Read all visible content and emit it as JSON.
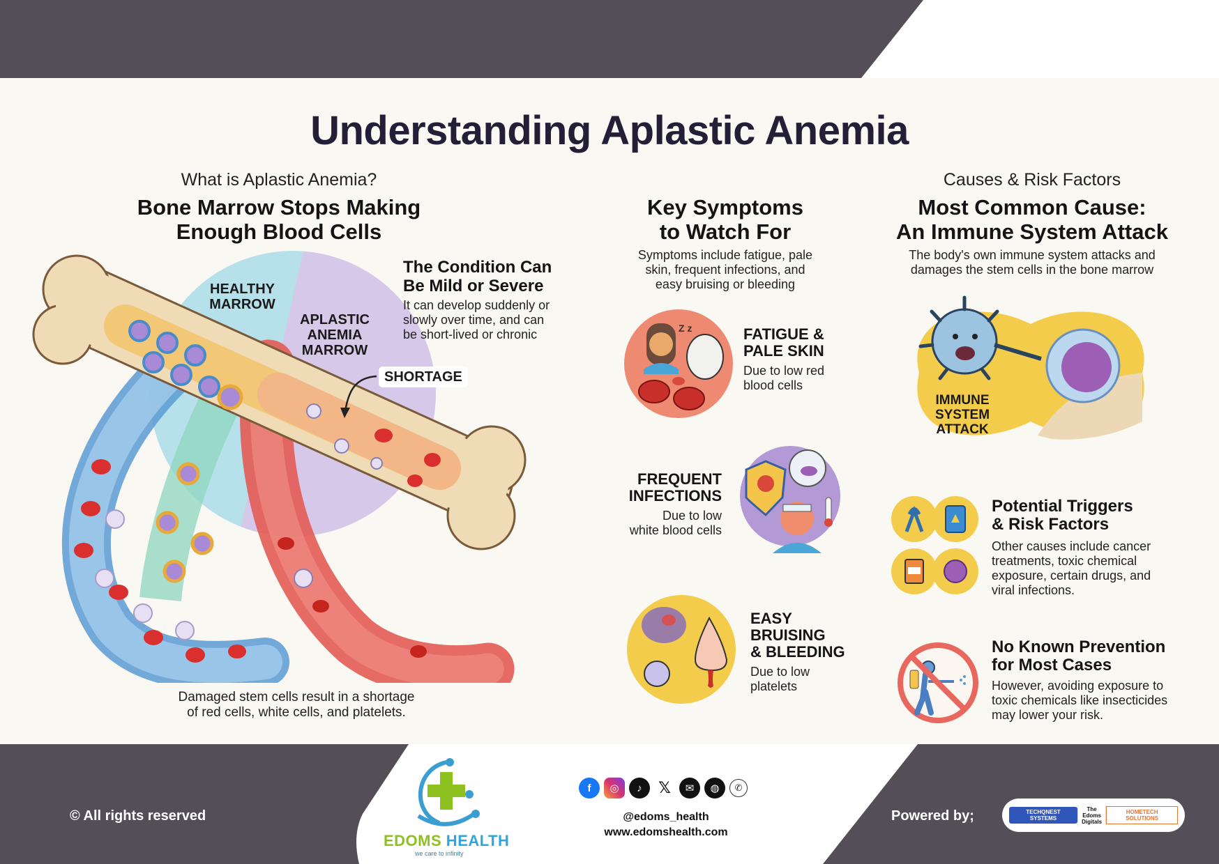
{
  "header": {
    "title": "Understanding Aplastic Anemia"
  },
  "colors": {
    "banner_dark": "#544f56",
    "page_bg": "#f9f8f2",
    "title_color": "#231f36",
    "healthy_marrow": "#b6e1ea",
    "aplastic_marrow": "#d6c8e8",
    "symptom_fatigue_bg": "#ee8a72",
    "symptom_infection_bg": "#b39ad6",
    "symptom_bruising_bg": "#f4cc4c",
    "cause_bg": "#f4cc4c",
    "brand_green": "#8cc11f",
    "brand_blue": "#2fa6db"
  },
  "what_is": {
    "kicker": "What is Aplastic Anemia?",
    "heading_line1": "Bone Marrow Stops Making",
    "heading_line2": "Enough Blood Cells",
    "condition_title_line1": "The Condition Can",
    "condition_title_line2": "Be Mild or Severe",
    "condition_desc_line1": "It can develop suddenly or",
    "condition_desc_line2": "slowly over time, and can",
    "condition_desc_line3": "be short-lived or chronic",
    "diagram_labels": {
      "healthy_line1": "HEALTHY",
      "healthy_line2": "MARROW",
      "aplastic_line1": "APLASTIC",
      "aplastic_line2": "ANEMIA",
      "aplastic_line3": "MARROW",
      "shortage": "SHORTAGE"
    },
    "caption_line1": "Damaged stem cells result in a shortage",
    "caption_line2": "of red cells, white cells, and platelets."
  },
  "symptoms": {
    "heading_line1": "Key Symptoms",
    "heading_line2": "to Watch For",
    "intro_line1": "Symptoms include fatigue, pale",
    "intro_line2": "skin, frequent infections, and",
    "intro_line3": "easy bruising or bleeding",
    "items": [
      {
        "title_line1": "FATIGUE &",
        "title_line2": "PALE SKIN",
        "desc_line1": "Due to low red",
        "desc_line2": "blood cells",
        "icon": "tired-person-red-cells-icon"
      },
      {
        "title_line1": "FREQUENT",
        "title_line2": "INFECTIONS",
        "desc_line1": "Due to low",
        "desc_line2": "white blood cells",
        "icon": "shield-virus-fever-icon"
      },
      {
        "title_line1": "EASY",
        "title_line2": "BRUISING",
        "title_line3": "& BLEEDING",
        "desc_line1": "Due to low",
        "desc_line2": "platelets",
        "icon": "bruise-nosebleed-icon"
      }
    ]
  },
  "causes": {
    "kicker": "Causes & Risk Factors",
    "heading_line1": "Most Common Cause:",
    "heading_line2": "An Immune System Attack",
    "intro_line1": "The body's own immune system attacks and",
    "intro_line2": "damages the stem cells in the bone marrow",
    "attack_label_line1": "IMMUNE",
    "attack_label_line2": "SYSTEM",
    "attack_label_line3": "ATTACK",
    "triggers": {
      "title_line1": "Potential Triggers",
      "title_line2": "& Risk Factors",
      "desc_line1": "Other causes include cancer",
      "desc_line2": "treatments, toxic chemical",
      "desc_line3": "exposure, certain drugs, and",
      "desc_line4": "viral infections."
    },
    "prevention": {
      "title_line1": "No Known Prevention",
      "title_line2": "for Most Cases",
      "desc_line1": "However, avoiding exposure to",
      "desc_line2": "toxic chemicals like insecticides",
      "desc_line3": "may lower your risk."
    }
  },
  "footer": {
    "rights": "© All rights reserved",
    "brand_part1": "EDOMS",
    "brand_part2": " HEALTH",
    "tagline": "we care to infinity",
    "socials": [
      {
        "name": "facebook",
        "glyph": "f",
        "color": "#1877f2"
      },
      {
        "name": "instagram",
        "glyph": "◎",
        "color": "#d6336c"
      },
      {
        "name": "tiktok",
        "glyph": "♪",
        "color": "#111111"
      },
      {
        "name": "x",
        "glyph": "𝕏",
        "color": "#ffffff"
      },
      {
        "name": "email",
        "glyph": "✉",
        "color": "#111111"
      },
      {
        "name": "website",
        "glyph": "◍",
        "color": "#111111"
      },
      {
        "name": "whatsapp",
        "glyph": "✆",
        "color": "#ffffff"
      }
    ],
    "handle": "@edoms_health",
    "website": "www.edomshealth.com",
    "powered_by": "Powered by;",
    "partners": [
      {
        "name": "TECHQNEST SYSTEMS"
      },
      {
        "name": "The Edoms Digitals"
      },
      {
        "name": "HOMETECH SOLUTIONS"
      }
    ]
  }
}
